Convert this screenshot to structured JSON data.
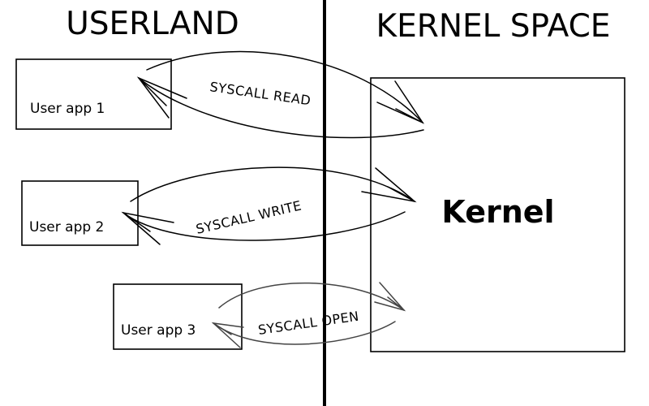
{
  "zones": {
    "left_title": "USERLAND",
    "right_title": "KERNEL SPACE"
  },
  "apps": [
    {
      "label": "User app 1"
    },
    {
      "label": "User app 2"
    },
    {
      "label": "User app 3"
    }
  ],
  "kernel": {
    "label": "Kernel"
  },
  "syscalls": [
    {
      "label": "SYSCALL READ"
    },
    {
      "label": "SYSCALL WRITE"
    },
    {
      "label": "SYSCALL OPEN"
    }
  ],
  "colors": {
    "ink": "#000000",
    "open_call_ink": "#444444",
    "background": "#ffffff"
  }
}
